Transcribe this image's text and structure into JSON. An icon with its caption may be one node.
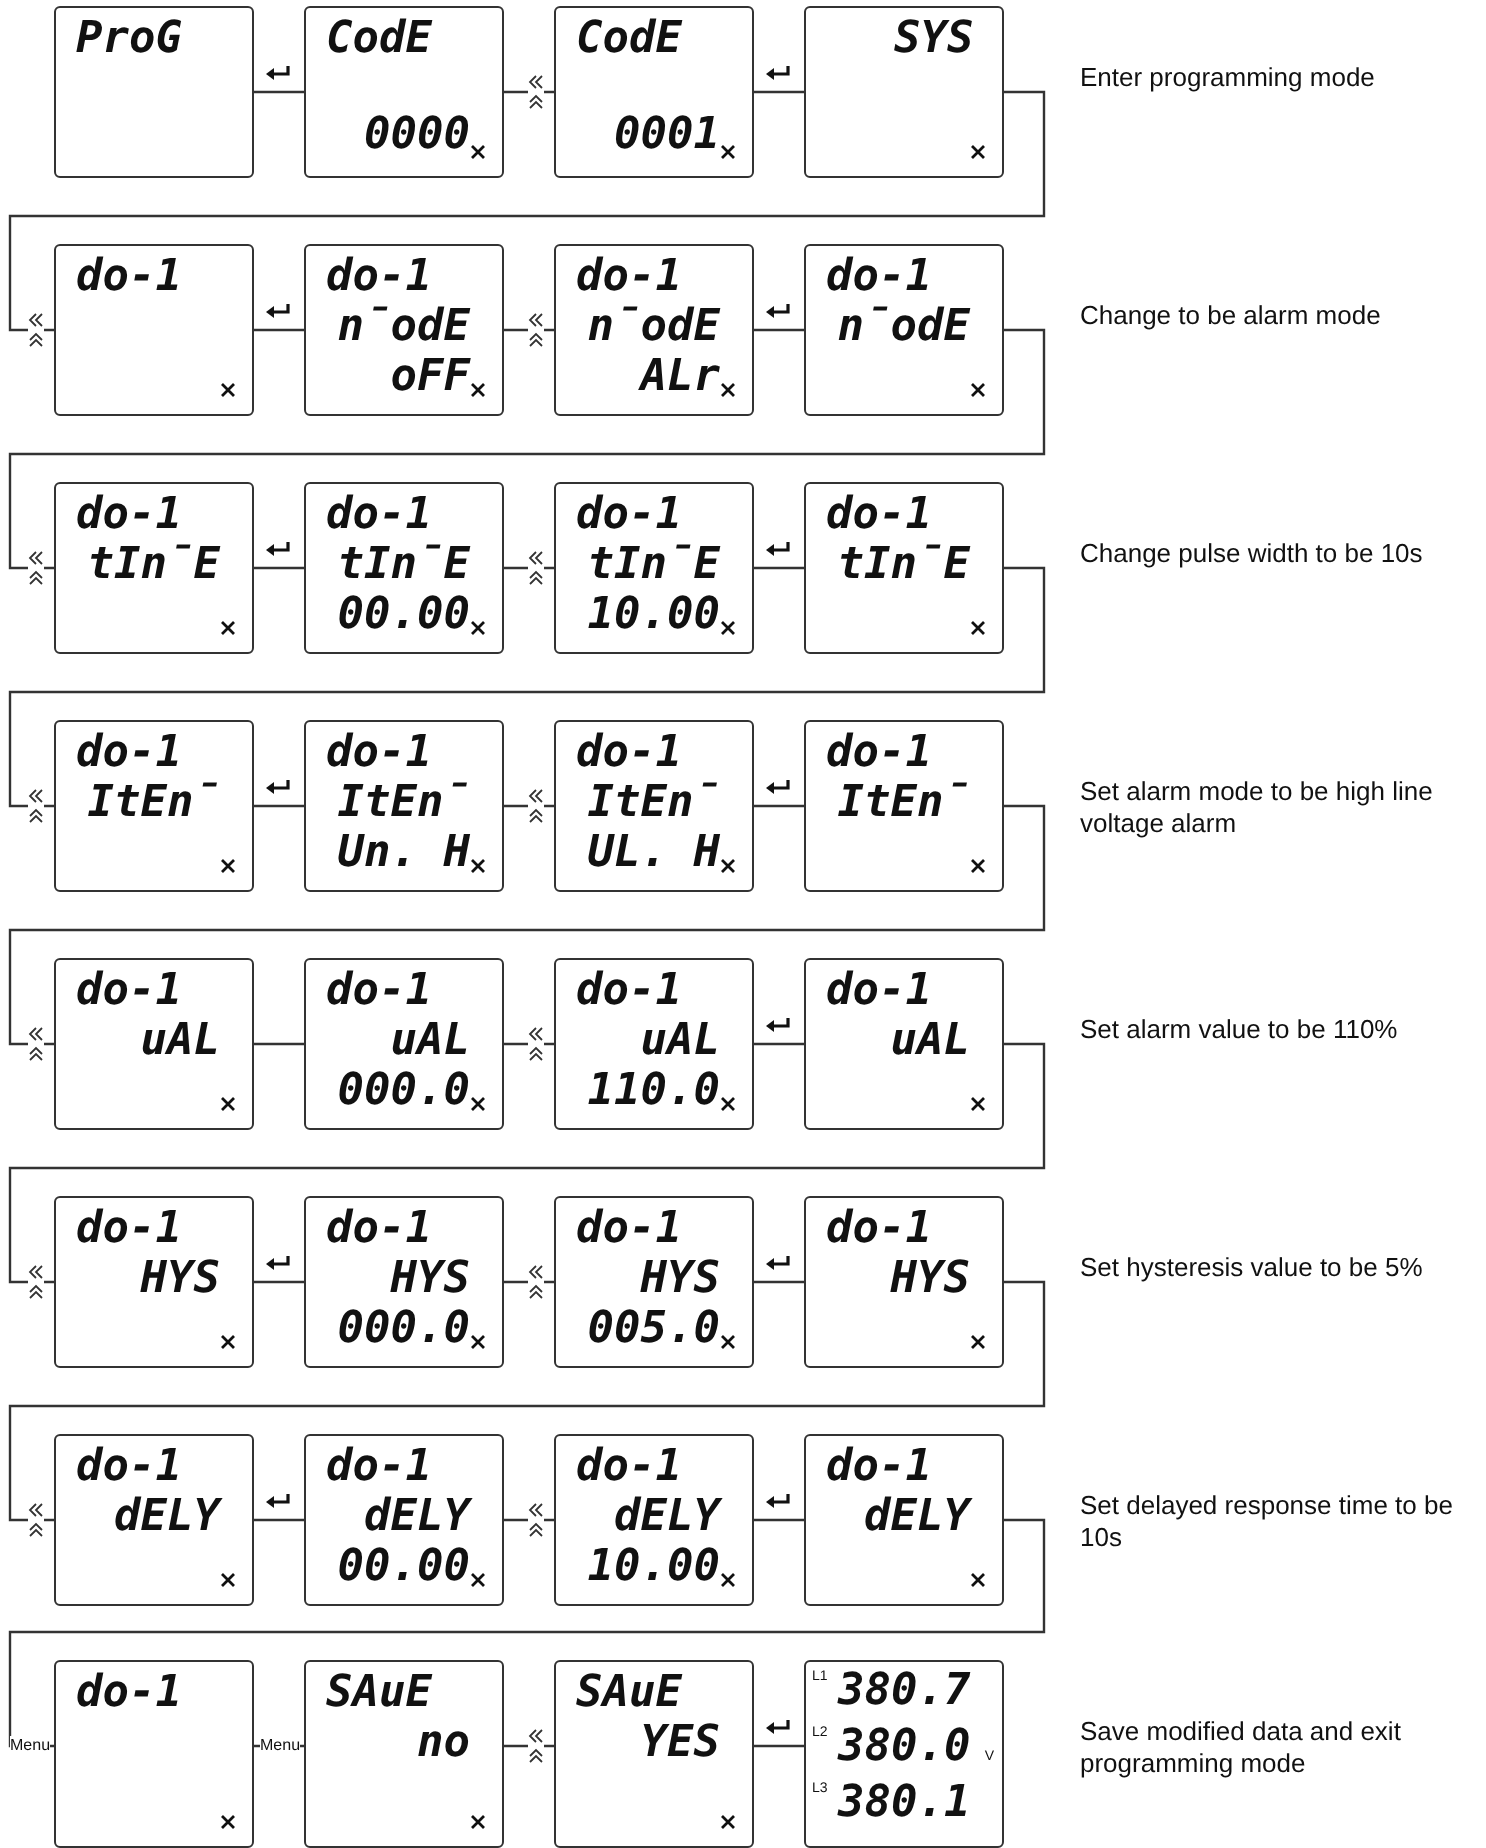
{
  "diagram": {
    "nodes": [
      {
        "text": [
          "ProG"
        ]
      },
      {
        "text": [
          "CodE",
          "0000"
        ]
      },
      {
        "text": [
          "CodE",
          "0001"
        ]
      },
      {
        "text": [
          "SYS"
        ]
      },
      {
        "text": [
          "do-1"
        ]
      },
      {
        "text": [
          "do-1",
          "n̄odE",
          "oFF"
        ]
      },
      {
        "text": [
          "do-1",
          "n̄odE",
          "ALr"
        ]
      },
      {
        "text": [
          "do-1",
          "n̄odE"
        ]
      },
      {
        "text": [
          "do-1",
          "tIn̄E"
        ]
      },
      {
        "text": [
          "do-1",
          "tIn̄E",
          "00.00"
        ]
      },
      {
        "text": [
          "do-1",
          "tIn̄E",
          "10.00"
        ]
      },
      {
        "text": [
          "do-1",
          "tIn̄E"
        ]
      },
      {
        "text": [
          "do-1",
          "ItEn̄"
        ]
      },
      {
        "text": [
          "do-1",
          "ItEn̄",
          "Un. H"
        ]
      },
      {
        "text": [
          "do-1",
          "ItEn̄",
          "UL. H"
        ]
      },
      {
        "text": [
          "do-1",
          "ItEn̄"
        ]
      },
      {
        "text": [
          "do-1",
          "uAL"
        ]
      },
      {
        "text": [
          "do-1",
          "uAL",
          "000.0"
        ]
      },
      {
        "text": [
          "do-1",
          "uAL",
          "110.0"
        ]
      },
      {
        "text": [
          "do-1",
          "uAL"
        ]
      },
      {
        "text": [
          "do-1",
          "HYS"
        ]
      },
      {
        "text": [
          "do-1",
          "HYS",
          "000.0"
        ]
      },
      {
        "text": [
          "do-1",
          "HYS",
          "005.0"
        ]
      },
      {
        "text": [
          "do-1",
          "HYS"
        ]
      },
      {
        "text": [
          "do-1",
          "dELY"
        ]
      },
      {
        "text": [
          "do-1",
          "dELY",
          "00.00"
        ]
      },
      {
        "text": [
          "do-1",
          "dELY",
          "10.00"
        ]
      },
      {
        "text": [
          "do-1",
          "dELY"
        ]
      },
      {
        "text": [
          "do-1"
        ]
      },
      {
        "text": [
          "SAuE",
          "no"
        ]
      },
      {
        "text": [
          "SAuE",
          "YES"
        ]
      },
      {
        "text": [
          "L1",
          "380.7",
          "V",
          "L2",
          "380.0",
          "L3",
          "380.1"
        ]
      }
    ],
    "edges": [
      {
        "from": 0,
        "to": 1,
        "arrow": "none"
      },
      {
        "from": 1,
        "to": 2,
        "arrow": "none"
      },
      {
        "from": 2,
        "to": 3,
        "arrow": "none"
      },
      {
        "from": 3,
        "to": 4,
        "arrow": "none"
      },
      {
        "from": 4,
        "to": 5,
        "arrow": "none"
      },
      {
        "from": 5,
        "to": 6,
        "arrow": "none"
      },
      {
        "from": 6,
        "to": 7,
        "arrow": "none"
      },
      {
        "from": 7,
        "to": 8,
        "arrow": "none"
      },
      {
        "from": 8,
        "to": 9,
        "arrow": "none"
      },
      {
        "from": 9,
        "to": 10,
        "arrow": "none"
      },
      {
        "from": 10,
        "to": 11,
        "arrow": "none"
      },
      {
        "from": 11,
        "to": 12,
        "arrow": "none"
      },
      {
        "from": 12,
        "to": 13,
        "arrow": "none"
      },
      {
        "from": 13,
        "to": 14,
        "arrow": "none"
      },
      {
        "from": 14,
        "to": 15,
        "arrow": "none"
      },
      {
        "from": 15,
        "to": 16,
        "arrow": "none"
      },
      {
        "from": 16,
        "to": 17,
        "arrow": "none"
      },
      {
        "from": 17,
        "to": 18,
        "arrow": "none"
      },
      {
        "from": 18,
        "to": 19,
        "arrow": "none"
      },
      {
        "from": 19,
        "to": 20,
        "arrow": "none"
      },
      {
        "from": 20,
        "to": 21,
        "arrow": "none"
      },
      {
        "from": 21,
        "to": 22,
        "arrow": "none"
      },
      {
        "from": 22,
        "to": 23,
        "arrow": "none"
      },
      {
        "from": 23,
        "to": 24,
        "arrow": "none"
      },
      {
        "from": 24,
        "to": 25,
        "arrow": "none"
      },
      {
        "from": 25,
        "to": 26,
        "arrow": "none"
      },
      {
        "from": 26,
        "to": 27,
        "arrow": "none"
      },
      {
        "from": 27,
        "to": 28,
        "label": "Menu",
        "arrow": "none"
      },
      {
        "from": 28,
        "to": 29,
        "label": "Menu",
        "arrow": "none"
      },
      {
        "from": 29,
        "to": 30,
        "arrow": "none"
      },
      {
        "from": 30,
        "to": 31,
        "arrow": "none"
      }
    ],
    "labels": [
      "Enter programming mode",
      "Change to be alarm mode",
      "Change pulse width to be 10s",
      "Set alarm mode to be high line voltage alarm",
      "Set alarm value to be 110%",
      "Set hysteresis value to be 5%",
      "Set delayed response time to be 10s",
      "Save modified data and exit programming mode"
    ]
  }
}
